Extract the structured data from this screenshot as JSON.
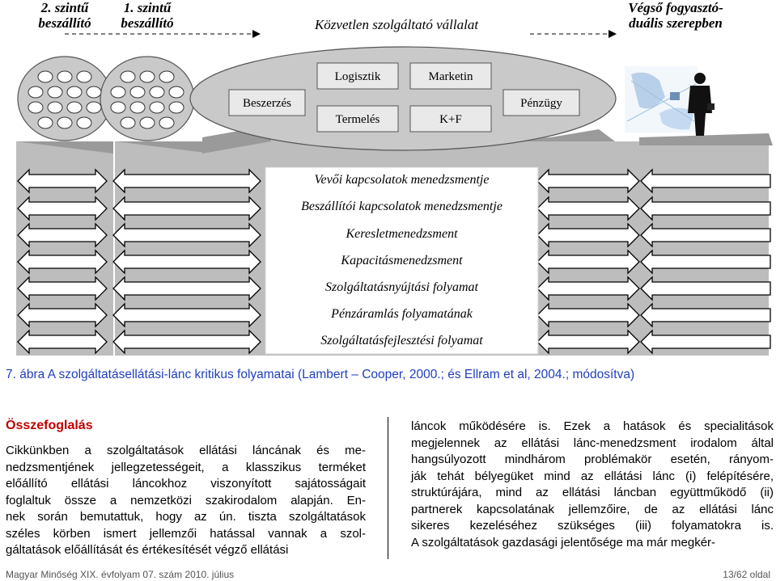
{
  "headers": {
    "tier2": [
      "2. szintű",
      "beszállító"
    ],
    "tier1": [
      "1. szintű",
      "beszállító"
    ],
    "direct": "Közvetlen szolgáltató vállalat",
    "end": [
      "Végső fogyasztó-",
      "duális szerepben"
    ]
  },
  "functions": {
    "logisztik": "Logisztik",
    "marketin": "Marketin",
    "beszerzes": "Beszerzés",
    "penzugy": "Pénzügy",
    "termeles": "Termelés",
    "kf": "K+F"
  },
  "processes": [
    "Vevői kapcsolatok menedzsmentje",
    "Beszállítói kapcsolatok menedzsmentje",
    "Keresletmenedzsment",
    "Kapacitásmenedzsment",
    "Szolgáltatásnyújtási folyamat",
    "Pénzáramlás folyamatának",
    "Szolgáltatásfejlesztési folyamat"
  ],
  "caption": "7. ábra A szolgáltatásellátási-lánc kritikus folyamatai (Lambert – Cooper, 2000.; és Ellram et al, 2004.; módosítva)",
  "summary": {
    "title": "Összefoglalás",
    "left_lines": [
      "Cikkünkben a szolgáltatások ellátási láncának és me-",
      "nedzsmentjének jellegzetességeit, a klasszikus terméket",
      "előállító ellátási láncokhoz viszonyított sajátosságait",
      "foglaltuk össze a nemzetközi szakirodalom alapján. En-",
      "nek során bemutattuk, hogy az ún. tiszta szolgáltatások",
      "széles körben ismert jellemzői hatással vannak a szol-",
      "gáltatások előállítását és értékesítését végző ellátási"
    ],
    "right_lines": [
      "láncok működésére is. Ezek a hatások és specialitások",
      "megjelennek az ellátási lánc-menedzsment irodalom által",
      "hangsúlyozott mindhárom problémakör esetén, rányom-",
      "ják tehát bélyegüket mind az ellátási lánc (i) felépítésére,",
      "struktúrájára, mind az ellátási láncban együttműködő (ii)",
      "partnerek kapcsolatának jellemzőire, de az ellátási lánc",
      "sikeres kezeléséhez szükséges (iii) folyamatokra is.",
      "A szolgáltatások gazdasági jelentősége ma már megkér-"
    ]
  },
  "footer": {
    "left": "Magyar Minőség XIX. évfolyam 07. szám 2010. július",
    "right": "13/62 oldal"
  }
}
